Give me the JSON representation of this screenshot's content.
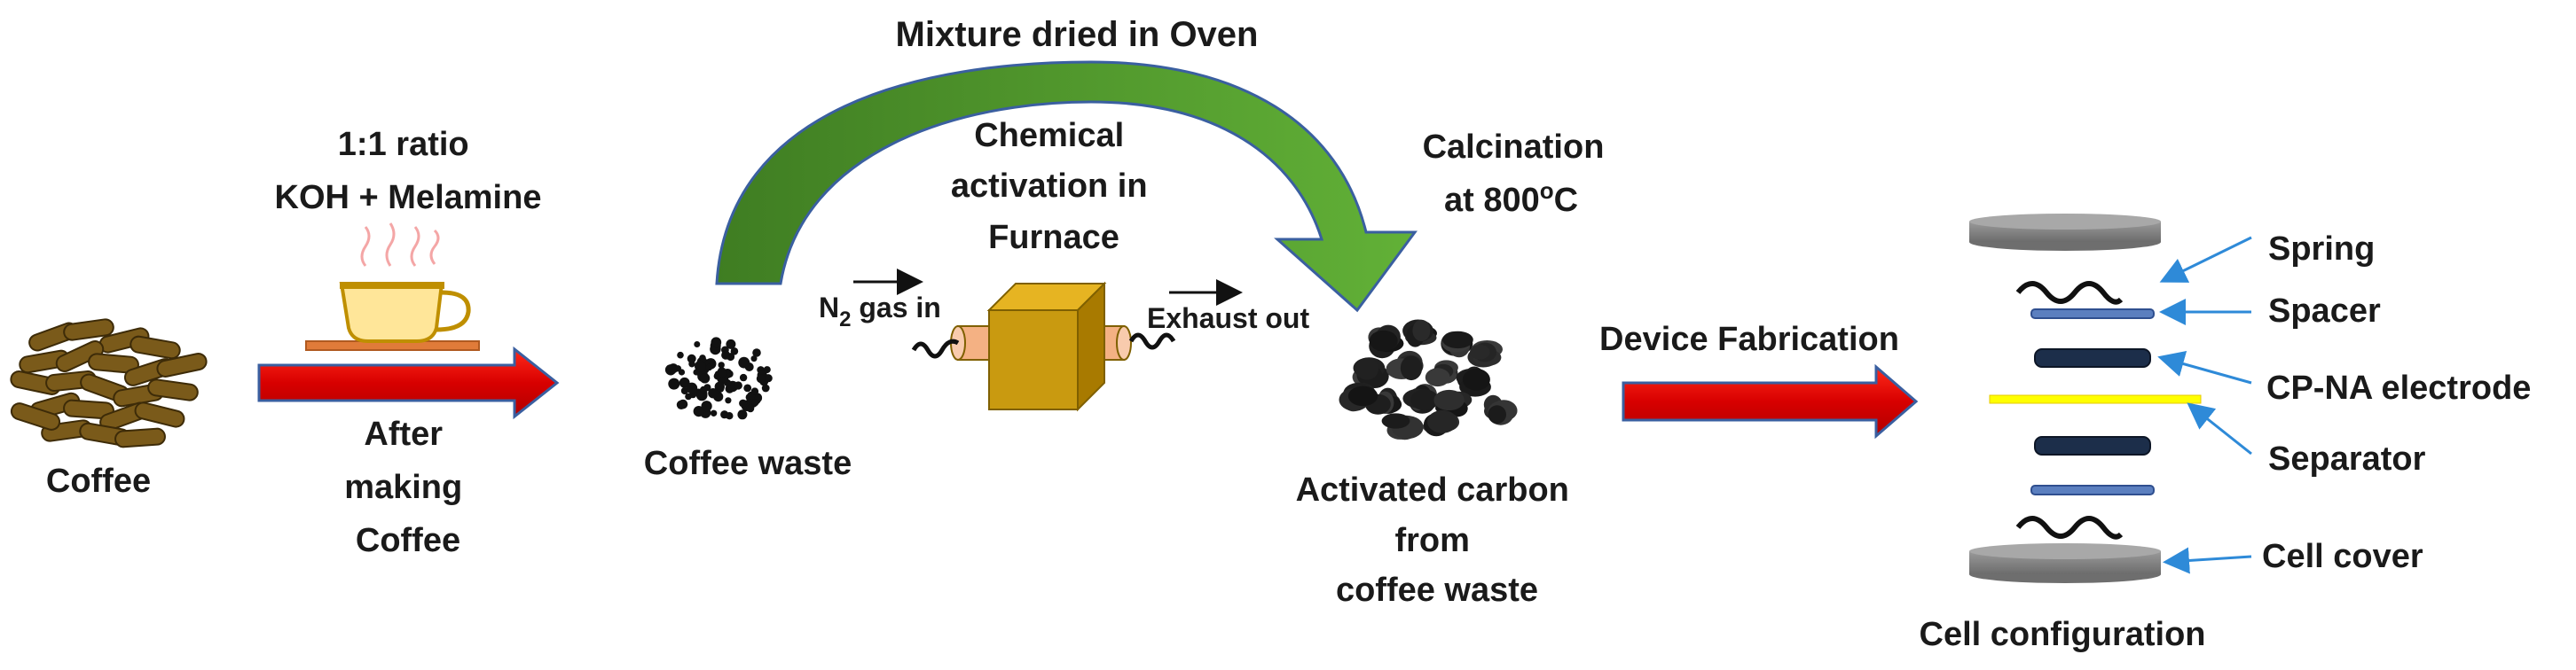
{
  "stages": {
    "coffee": "Coffee",
    "after_making_coffee": [
      "After",
      "making",
      "Coffee"
    ],
    "ratio": [
      "1:1 ratio",
      "KOH + Melamine"
    ],
    "coffee_waste": "Coffee waste",
    "mixture_dried": "Mixture dried in Oven",
    "chemical_activation": [
      "Chemical",
      "activation in",
      "Furnace"
    ],
    "n2_gas_in": "N",
    "n2_subscript": "2",
    "n2_suffix": " gas in",
    "exhaust_out": "Exhaust out",
    "calcination": "Calcination",
    "calcination_temp": "at 800",
    "calcination_sup": "o",
    "calcination_unit": "C",
    "activated_carbon": [
      "Activated carbon",
      "from",
      "coffee waste"
    ],
    "device_fabrication": "Device Fabrication"
  },
  "cell": {
    "title": "Cell configuration",
    "labels": [
      "Spring",
      "Spacer",
      "CP-NA electrode",
      "Separator",
      "Cell cover"
    ]
  },
  "colors": {
    "red_arrow": "#e8000b",
    "blue_outline": "#3a5fa0",
    "green_arc": "#4a9a2a",
    "bean": "#7a5a1a",
    "furnace": "#d4a017",
    "pipe": "#f4b183",
    "separator": "#ffff00",
    "cover": "#7f7f7f",
    "pointer": "#2e8ad8"
  }
}
